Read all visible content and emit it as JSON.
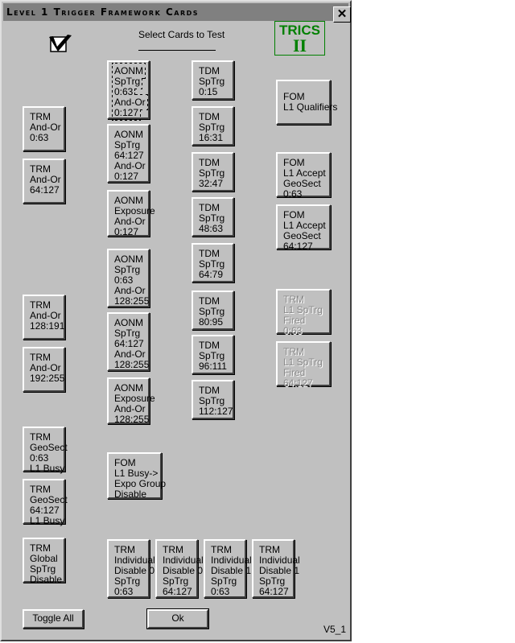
{
  "window": {
    "title": "Level 1 Trigger Framework Cards",
    "close_label": "✕"
  },
  "header": {
    "instruction": "Select Cards to Test",
    "logo_text": "TRICS",
    "logo_sub": "II",
    "accent_color": "#008000"
  },
  "col1": [
    "TRM\nAnd-Or\n0:63",
    "TRM\nAnd-Or\n64:127",
    "TRM\nAnd-Or\n128:191",
    "TRM\nAnd-Or\n192:255",
    "TRM\nGeoSect\n0:63\nL1 Busy",
    "TRM\nGeoSect\n64:127\nL1 Busy",
    "TRM\nGlobal\nSpTrg\nDisable"
  ],
  "col2": [
    "AONM\nSpTrg\n0:63\nAnd-Or\n0:127",
    "AONM\nSpTrg\n64:127\nAnd-Or\n0:127",
    "AONM\nExposure\nAnd-Or\n0:127",
    "AONM\nSpTrg\n0:63\nAnd-Or\n128:255",
    "AONM\nSpTrg\n64:127\nAnd-Or\n128:255",
    "AONM\nExposure\nAnd-Or\n128:255",
    "FOM\nL1 Busy->\nExpo Group\nDisable"
  ],
  "col3": [
    "TDM\nSpTrg\n0:15",
    "TDM\nSpTrg\n16:31",
    "TDM\nSpTrg\n32:47",
    "TDM\nSpTrg\n48:63",
    "TDM\nSpTrg\n64:79",
    "TDM\nSpTrg\n80:95",
    "TDM\nSpTrg\n96:111",
    "TDM\nSpTrg\n112:127"
  ],
  "col4": [
    "FOM\nL1 Qualifiers",
    "FOM\nL1 Accept\nGeoSect\n0:63",
    "FOM\nL1 Accept\nGeoSect\n64:127",
    "TRM\nL1 SpTrg\nFired\n0:63",
    "TRM\nL1 SpTrg\nFired\n64:127"
  ],
  "bottom": [
    "TRM\nIndividual\nDisable 0\nSpTrg\n0:63",
    "TRM\nIndividual\nDisable 0\nSpTrg\n64:127",
    "TRM\nIndividual\nDisable 1\nSpTrg\n0:63",
    "TRM\nIndividual\nDisable 1\nSpTrg\n64:127"
  ],
  "footer": {
    "toggle_all": "Toggle All",
    "ok": "Ok",
    "version": "V5_1"
  }
}
